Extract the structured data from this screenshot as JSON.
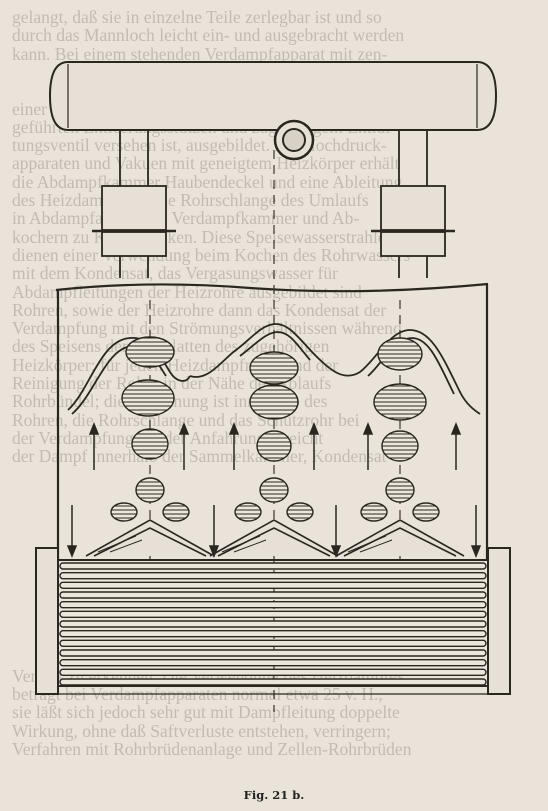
{
  "figure": {
    "caption": "Fig. 21 b."
  },
  "show_through_text": [
    "gelangt, daß sie in einzelne Teile zerlegbar ist und so",
    "durch das Mannloch leicht ein- und ausgebracht werden",
    "kann. Bei einem stehenden Verdampfapparat mit zen-",
    "",
    "",
    "einer Siebplatte, welche mit einem durch die Rohrhaube",
    "geführten Entleerungsstutzen und zugehörigem Entlüf-",
    "tungsventil versehen ist, ausgebildet. Bei Hochdruck-",
    "apparaten und Vakuen mit geneigtem Heizkörper erhält",
    "die Abdampfkammer Haubendeckel und eine Ableitung",
    "des Heizdampfes in die Rohrschlange des Umlaufs",
    "in Abdampfapparaten, Verdampfkammer und Ab-",
    "kochern zu Kochzwecken. Diese Speisewasserstrahler",
    "dienen einer Verwendung beim Kochen des Rohrwassers",
    "mit dem Kondensat, das Vergasungswasser für",
    "Abdampfleitungen der Heizrohre ausgebildet sind",
    "Rohren, sowie der Heizrohre dann das Kondensat der",
    "Verdampfung mit den Strömungsverhältnissen während",
    "des Speisens der Siebplatten des zugehörigen",
    "Heizkörper; für jeden Heizdampfraum und der",
    "Reinigung der Rohre in der Nähe des Ablaufs",
    "Rohrbündel; die Anordnung ist innerhalb des",
    "Rohren, die Rohrschlange und das Schutzrohr bei",
    "der Verdampfung bei der Anfahrung erreicht",
    "der Dampf innerhalb der Sammelkammer, Kondensat-",
    "",
    "",
    "",
    "",
    "",
    "",
    "",
    "",
    "",
    "",
    "",
    "Verlauf zu erkennen. Die Verwendung des Heizdampfes",
    "beträgt bei Verdampfapparaten normal etwa 25 v. H.,",
    "sie läßt sich jedoch sehr gut mit Dampfleitung doppelte",
    "Wirkung, ohne daß Saftverluste entstehen, verringern;",
    "Verfahren mit Rohrbrüdenanlage und Zellen-Rohrbrüden"
  ],
  "figure_labels": {
    "title": "",
    "components": []
  }
}
